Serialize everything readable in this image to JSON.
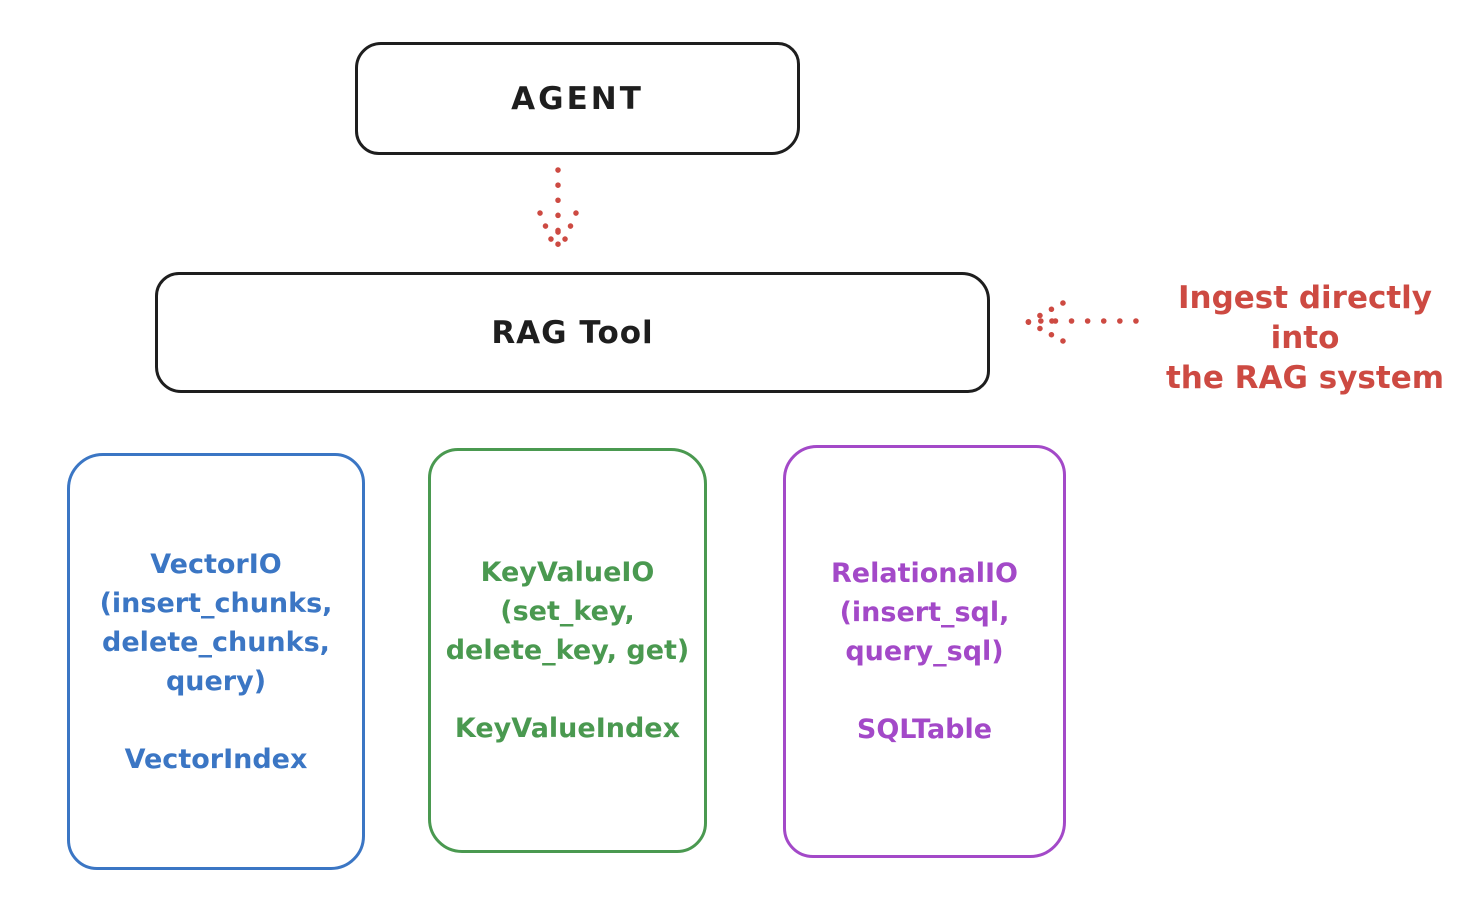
{
  "colors": {
    "ink": "#1e1e1e",
    "red": "#cd4a42",
    "blue": "#3b76c4",
    "green": "#4a9950",
    "purple": "#a349c8",
    "background": "#ffffff"
  },
  "nodes": {
    "agent": {
      "label": "AGENT"
    },
    "rag_tool": {
      "label": "RAG Tool"
    }
  },
  "annotation": {
    "line1": "Ingest directly into",
    "line2": "the RAG system",
    "color": "#cd4a42"
  },
  "arrows": [
    {
      "name": "agent-to-rag-tool",
      "style": "dotted",
      "direction": "down",
      "color": "#cd4a42"
    },
    {
      "name": "annotation-to-rag-tool",
      "style": "dotted",
      "direction": "left",
      "color": "#cd4a42"
    }
  ],
  "stores": [
    {
      "title": "VectorIO",
      "lines": [
        "(insert_chunks,",
        "delete_chunks,",
        "query)"
      ],
      "index": "VectorIndex",
      "color": "#3b76c4"
    },
    {
      "title": "KeyValueIO",
      "lines": [
        "(set_key,",
        "delete_key, get)"
      ],
      "index": "KeyValueIndex",
      "color": "#4a9950"
    },
    {
      "title": "RelationalIO",
      "lines": [
        "(insert_sql,",
        "query_sql)"
      ],
      "index": "SQLTable",
      "color": "#a349c8"
    }
  ]
}
